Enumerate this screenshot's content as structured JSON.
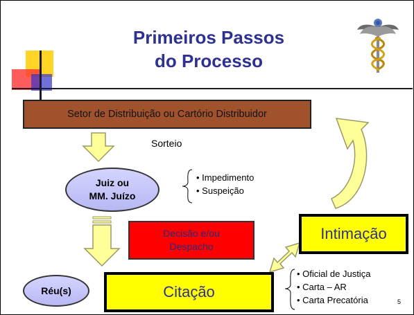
{
  "title": {
    "line1": "Primeiros Passos",
    "line2": "do Processo"
  },
  "distribuicao": "Setor de Distribuição ou Cartório Distribuidor",
  "sorteio": "Sorteio",
  "juiz": {
    "line1": "Juiz ou",
    "line2": "MM. Juízo"
  },
  "juiz_bullets": [
    "• Impedimento",
    "• Suspeição"
  ],
  "decisao": {
    "line1": "Decisão e/ou",
    "line2": "Despacho"
  },
  "intimacao": "Intimação",
  "citacao": "Citação",
  "reu": "Réu(s)",
  "citacao_bullets": [
    "• Oficial de Justiça",
    "• Carta – AR",
    "• Carta Precatória"
  ],
  "page_number": "5",
  "colors": {
    "title": "#2e3192",
    "distribuicao_box": "#a0522d",
    "decisao_box": "#ff0000",
    "highlight_box": "#ffff00",
    "ellipse": "#c8c8f8",
    "arrow_fill": "#ffff99",
    "arrow_stroke": "#999966"
  },
  "icons": {
    "logo": "caduceus-icon"
  }
}
